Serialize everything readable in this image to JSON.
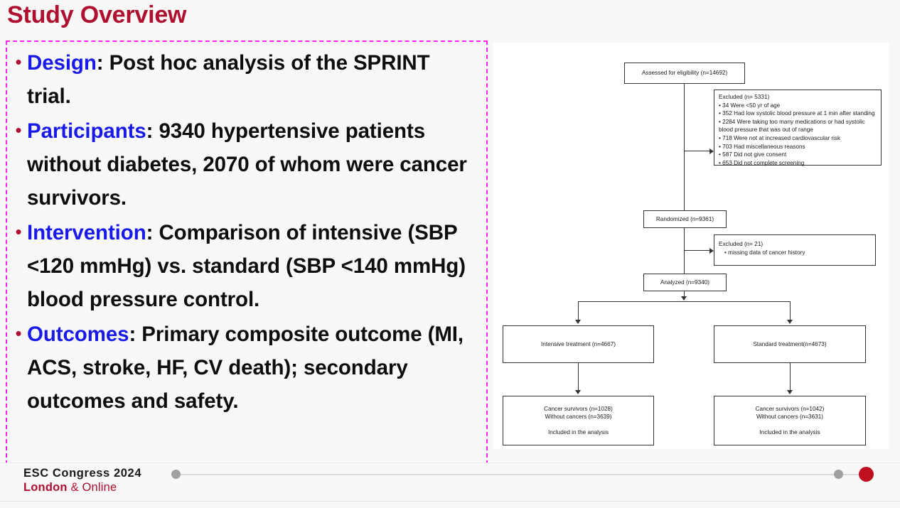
{
  "slide": {
    "title": "Study Overview",
    "title_color": "#b01030",
    "panel_border_color": "#ff22ee",
    "keyword_color": "#1a1ae8",
    "bullet_marker": "•"
  },
  "bullets": [
    {
      "keyword": "Design",
      "rest": ": Post hoc analysis of the SPRINT trial."
    },
    {
      "keyword": "Participants",
      "rest": ": 9340 hypertensive patients without diabetes, 2070 of whom were cancer survivors."
    },
    {
      "keyword": "Intervention",
      "rest": ": Comparison of intensive (SBP <120 mmHg) vs. standard (SBP <140 mmHg) blood pressure control."
    },
    {
      "keyword": "Outcomes",
      "rest": ": Primary composite outcome (MI, ACS, stroke, HF, CV death); secondary outcomes and safety."
    }
  ],
  "flowchart": {
    "assessed": "Assessed for eligibility (n=14692)",
    "excluded1_title": "Excluded (n= 5331)",
    "excluded1_items": [
      "• 34 Were <50 yr of age",
      "• 352 Had low systolic blood pressure at 1 min after standing",
      "• 2284 Were taking too many medications or had systolic blood pressure that was out of range",
      "• 718 Were not at increased cardiovascular risk",
      "• 703 Had miscellaneous reasons",
      "• 587 Did not give consent",
      "• 653 Did not complete screening"
    ],
    "randomized": "Randomized (n=9361)",
    "excluded2_title": "Excluded (n= 21)",
    "excluded2_items": [
      "•  missing data of cancer history"
    ],
    "analyzed": "Analyzed (n=9340)",
    "intensive": "Intensive treatment (n=4667)",
    "standard": "Standard treatment(n=4673)",
    "intensive_result_line1": "Cancer survivors (n=1028)",
    "intensive_result_line2": "Without cancers (n=3639)",
    "intensive_result_line3": "Included in the analysis",
    "standard_result_line1": "Cancer survivors (n=1042)",
    "standard_result_line2": "Without cancers (n=3631)",
    "standard_result_line3": "Included in the analysis"
  },
  "footer": {
    "brand_line1": "ESC Congress 2024",
    "brand_line2_strong": "London",
    "brand_line2_rest": " & Online",
    "accent_color": "#bf1020"
  }
}
